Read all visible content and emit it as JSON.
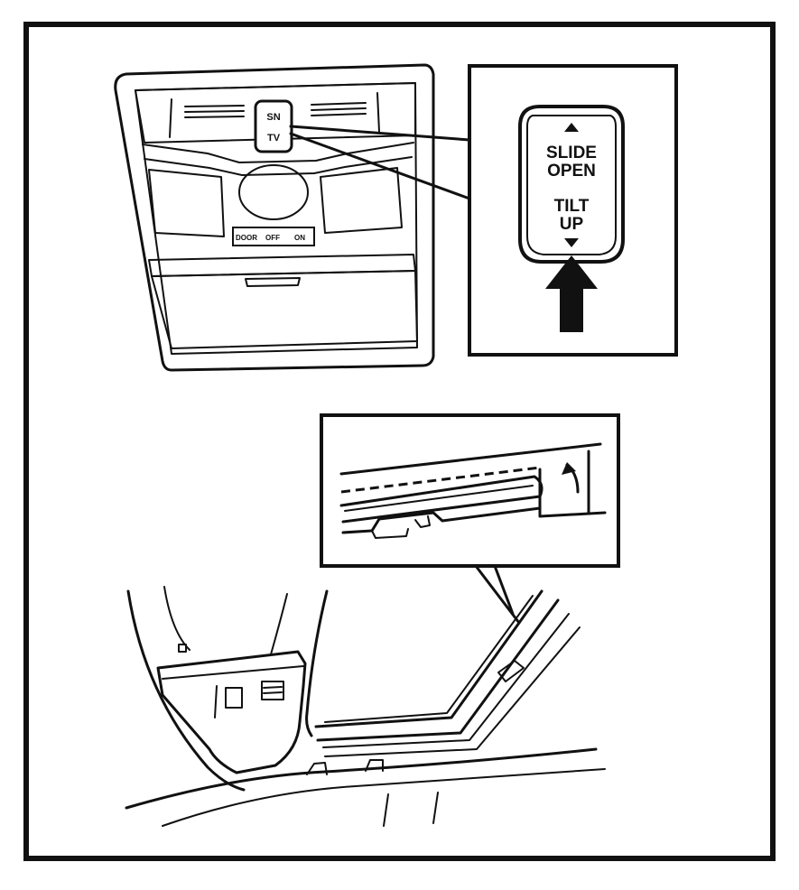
{
  "figure": {
    "callout_top": {
      "switch_label_up": "SLIDE",
      "switch_label_up_2": "OPEN",
      "switch_label_down": "TILT",
      "switch_label_down_2": "UP"
    },
    "console": {
      "small_switch_top": "SN",
      "small_switch_bottom": "TV",
      "lamp_switch_left": "DOOR",
      "lamp_switch_mid": "OFF",
      "lamp_switch_right": "ON"
    }
  }
}
